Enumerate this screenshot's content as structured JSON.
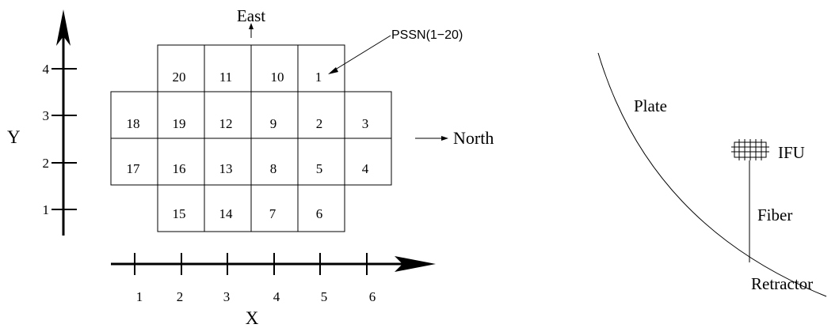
{
  "axes": {
    "y_label": "Y",
    "x_label": "X",
    "y_ticks": [
      "1",
      "2",
      "3",
      "4"
    ],
    "x_ticks": [
      "1",
      "2",
      "3",
      "4",
      "5",
      "6"
    ]
  },
  "directions": {
    "east": "East",
    "north": "North"
  },
  "pssn_label": "PSSN(1−20)",
  "grid": {
    "row1": [
      "20",
      "11",
      "10",
      "1"
    ],
    "row2": [
      "18",
      "19",
      "12",
      "9",
      "2",
      "3"
    ],
    "row3": [
      "17",
      "16",
      "13",
      "8",
      "5",
      "4"
    ],
    "row4": [
      "15",
      "14",
      "7",
      "6"
    ]
  },
  "plate_diagram": {
    "plate": "Plate",
    "ifu": "IFU",
    "fiber": "Fiber",
    "retractor": "Retractor"
  }
}
